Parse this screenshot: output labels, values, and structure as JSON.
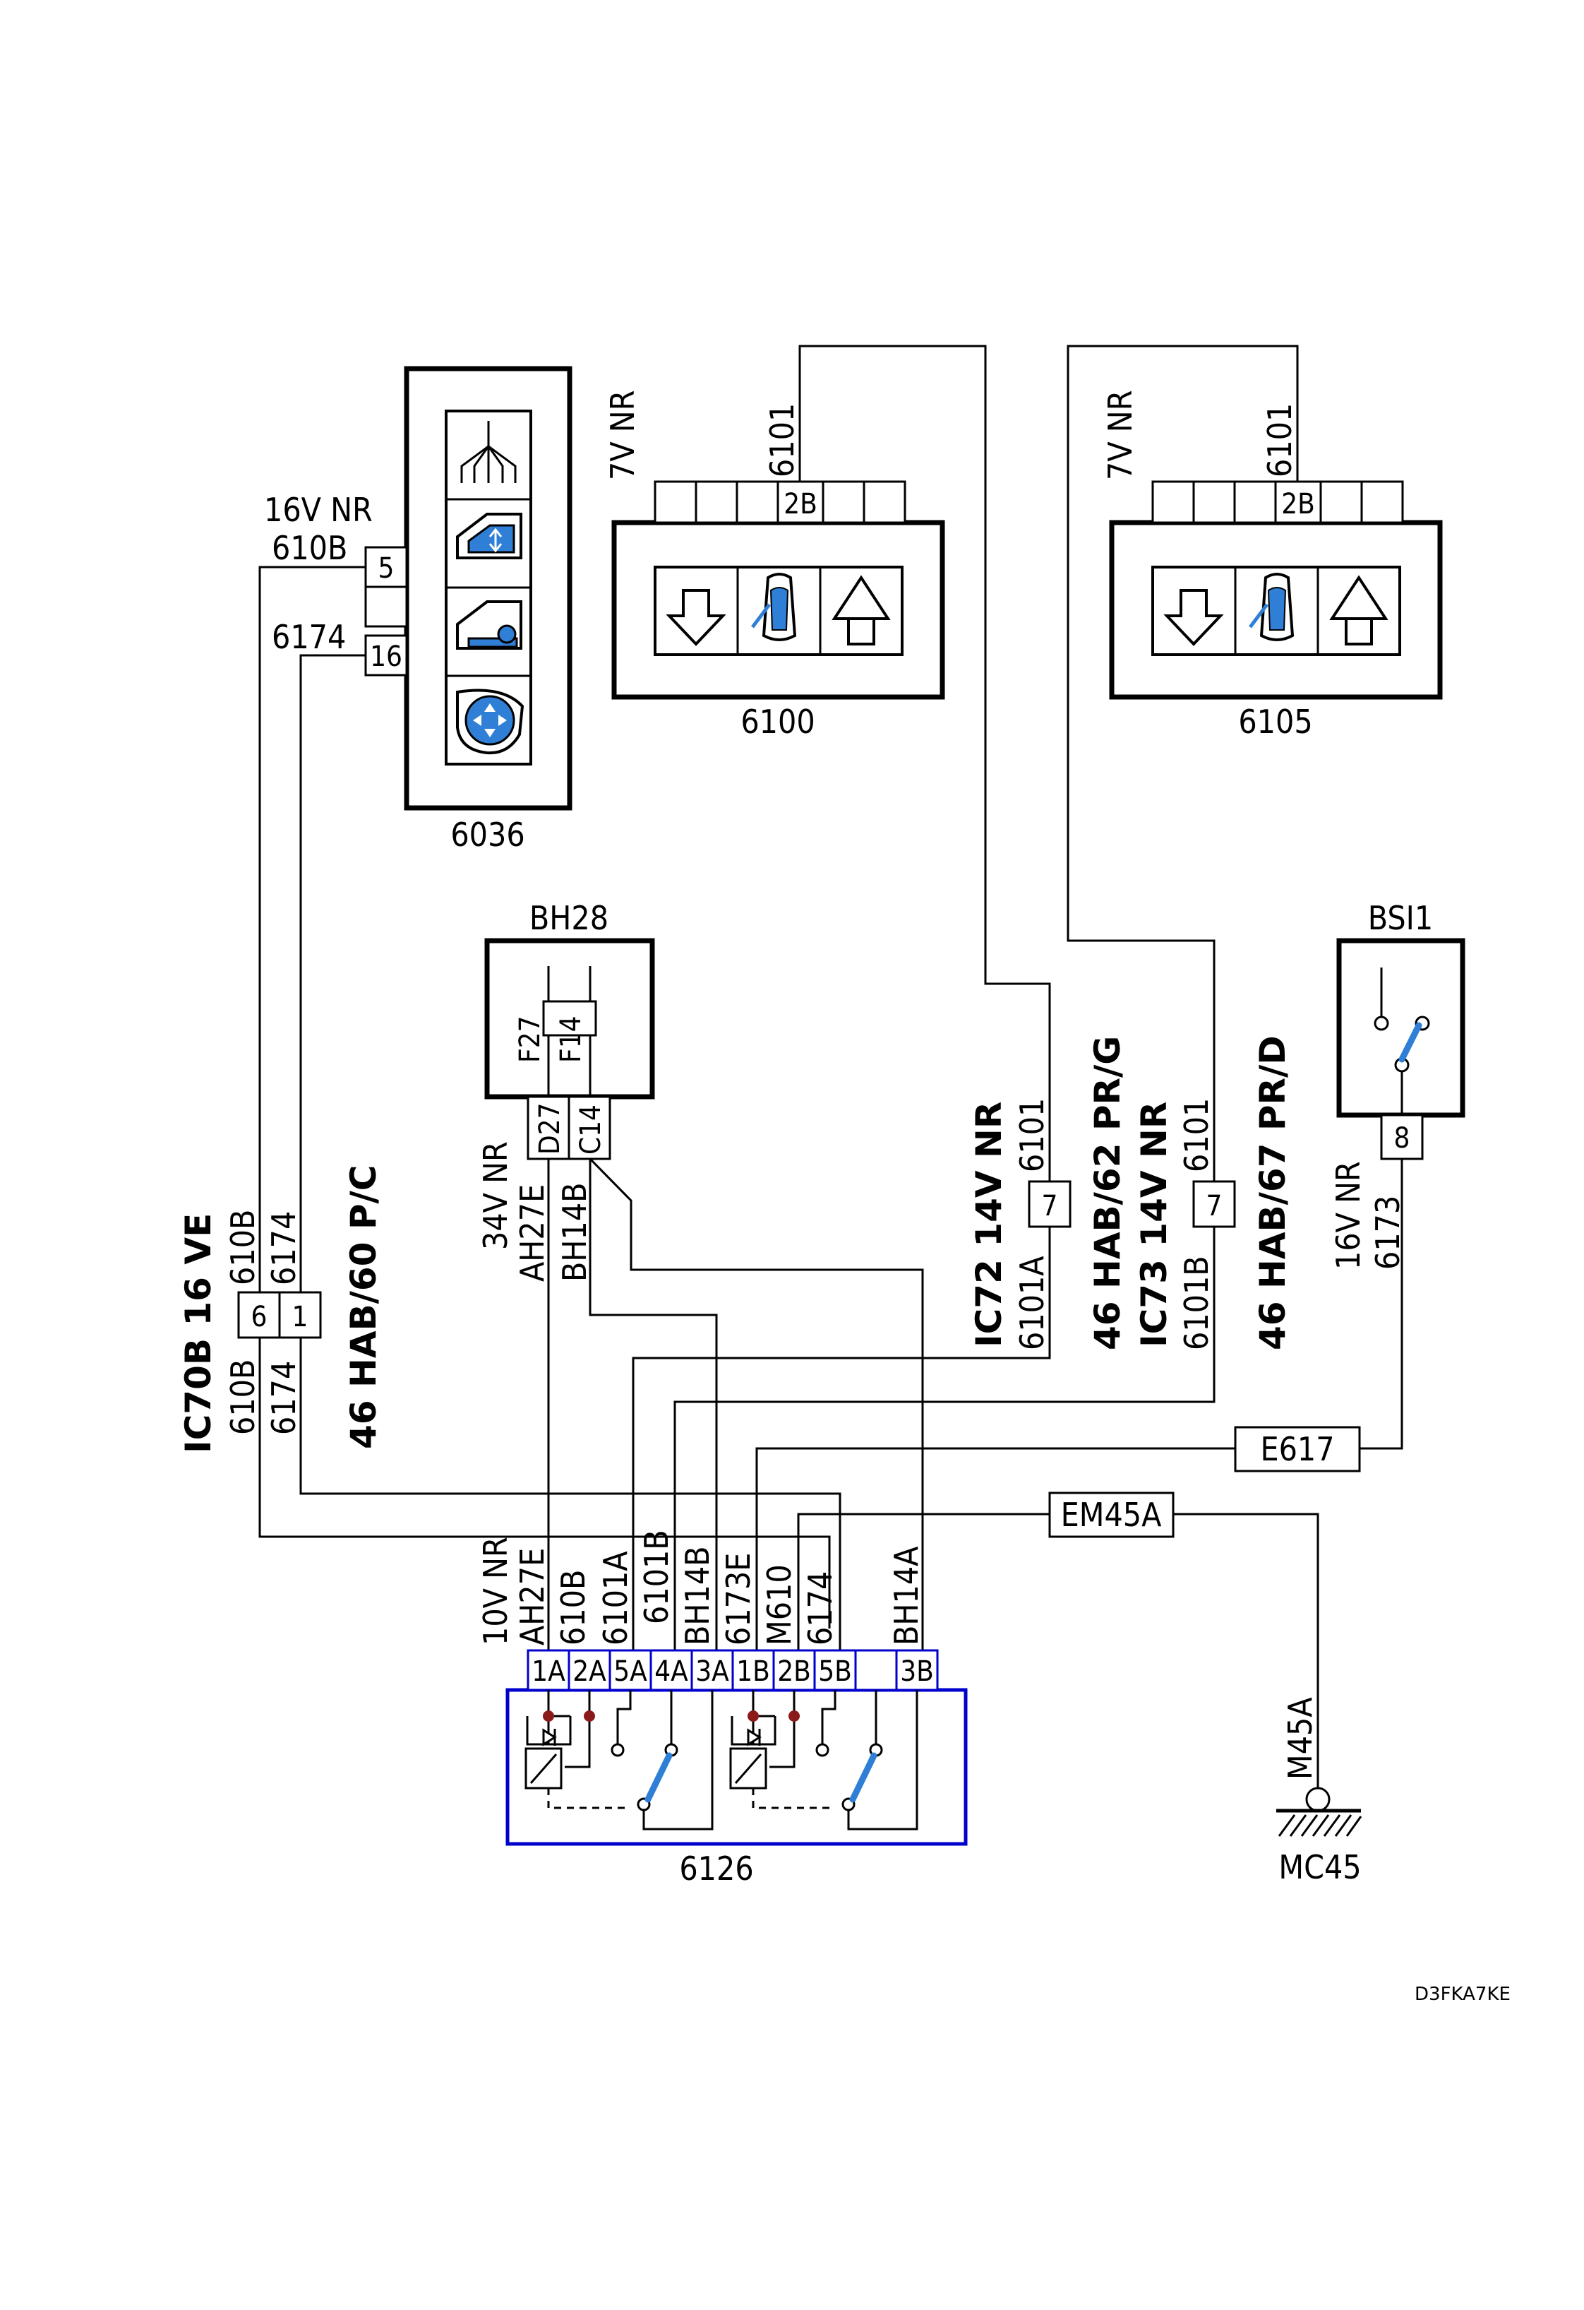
{
  "doc_ref": "D3FKA7KE",
  "c6036": {
    "code": "6036",
    "wire_top": "16V  NR",
    "pin5_wire": "610B",
    "pin5": "5",
    "pin16_wire": "6174",
    "pin16": "16"
  },
  "c6100": {
    "code": "6100",
    "wire_label": "7V  NR",
    "wire": "6101",
    "pin": "2B"
  },
  "c6105": {
    "code": "6105",
    "wire_label": "7V  NR",
    "wire": "6101",
    "pin": "2B"
  },
  "bh28": {
    "code": "BH28",
    "fuse1": "F27",
    "fuse2": "F14",
    "pin1": "D27",
    "pin2": "C14",
    "label_wire": "34V  NR",
    "wire1": "AH27E",
    "wire2": "BH14B"
  },
  "ic70b": {
    "title": "IC70B 16 VE",
    "pin6": "6",
    "pin1": "1",
    "wire_a": "610B",
    "wire_b": "6174",
    "wire_a2": "610B",
    "wire_b2": "6174",
    "note": "46 HAB/60 P/C"
  },
  "ic72": {
    "title": "IC72 14V NR",
    "wire_top": "6101",
    "pin": "7",
    "wire_bottom": "6101A",
    "note": "46 HAB/62 PR/G"
  },
  "ic73": {
    "title": "IC73 14V NR",
    "wire_top": "6101",
    "pin": "7",
    "wire_bottom": "6101B",
    "note": "46 HAB/67 PR/D"
  },
  "bsi1": {
    "code": "BSI1",
    "pin": "8",
    "wire_label": "16V  NR",
    "wire": "6173"
  },
  "e617": {
    "code": "E617"
  },
  "em45a": {
    "code": "EM45A"
  },
  "mc45": {
    "code": "MC45",
    "wire": "M45A"
  },
  "c6126": {
    "code": "6126",
    "label_top": "10V  NR",
    "wires": [
      "AH27E",
      "610B",
      "6101A",
      "6101B",
      "BH14B",
      "6173E",
      "M610",
      "6174",
      "BH14A"
    ],
    "pins": [
      "1A",
      "2A",
      "5A",
      "4A",
      "3A",
      "1B",
      "2B",
      "5B",
      "",
      "3B"
    ]
  }
}
